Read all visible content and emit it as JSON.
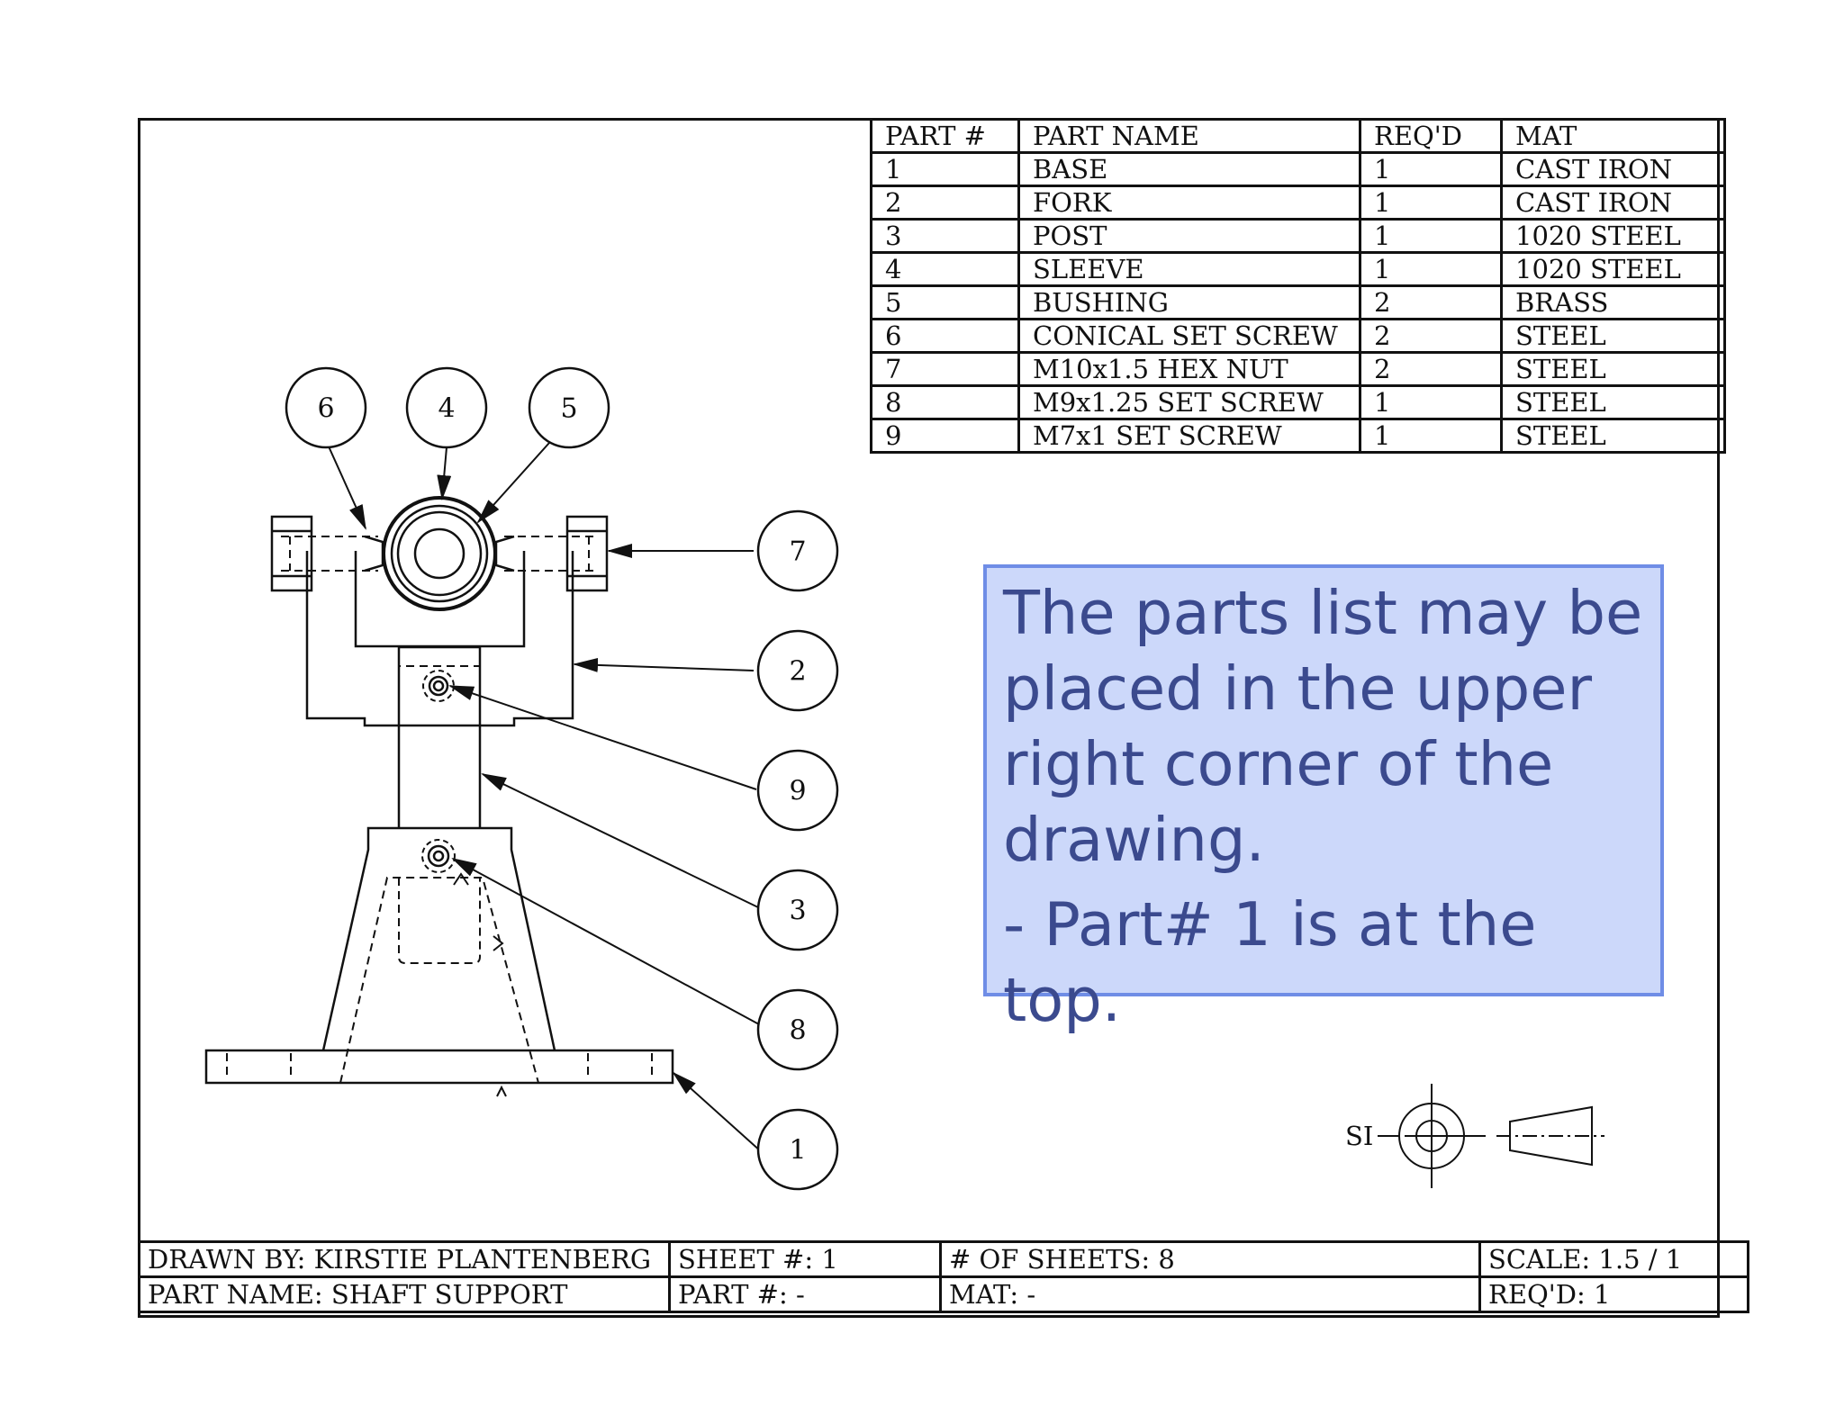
{
  "parts_list": {
    "headers": [
      "PART #",
      "PART NAME",
      "REQ'D",
      "MAT"
    ],
    "rows": [
      [
        "1",
        "BASE",
        "1",
        "CAST IRON"
      ],
      [
        "2",
        "FORK",
        "1",
        "CAST IRON"
      ],
      [
        "3",
        "POST",
        "1",
        "1020 STEEL"
      ],
      [
        "4",
        "SLEEVE",
        "1",
        "1020 STEEL"
      ],
      [
        "5",
        "BUSHING",
        "2",
        "BRASS"
      ],
      [
        "6",
        "CONICAL SET SCREW",
        "2",
        "STEEL"
      ],
      [
        "7",
        "M10x1.5 HEX NUT",
        "2",
        "STEEL"
      ],
      [
        "8",
        "M9x1.25 SET SCREW",
        "1",
        "STEEL"
      ],
      [
        "9",
        "M7x1 SET SCREW",
        "1",
        "STEEL"
      ]
    ]
  },
  "balloons": {
    "b6": "6",
    "b4": "4",
    "b5": "5",
    "b7": "7",
    "b2": "2",
    "b9": "9",
    "b3": "3",
    "b8": "8",
    "b1": "1"
  },
  "note": {
    "line1": "The parts list may be placed in the upper right corner of the drawing.",
    "line2": "- Part# 1 is at the top."
  },
  "projection_symbol": {
    "label": "SI"
  },
  "title_block": {
    "drawn_by": "DRAWN BY: KIRSTIE PLANTENBERG",
    "sheet_no": "SHEET #: 1",
    "num_sheets": "# OF SHEETS: 8",
    "scale": "SCALE: 1.5 / 1",
    "part_name": "PART NAME: SHAFT SUPPORT",
    "part_no": "PART #: -",
    "mat": "MAT: -",
    "reqd": "REQ'D: 1"
  }
}
